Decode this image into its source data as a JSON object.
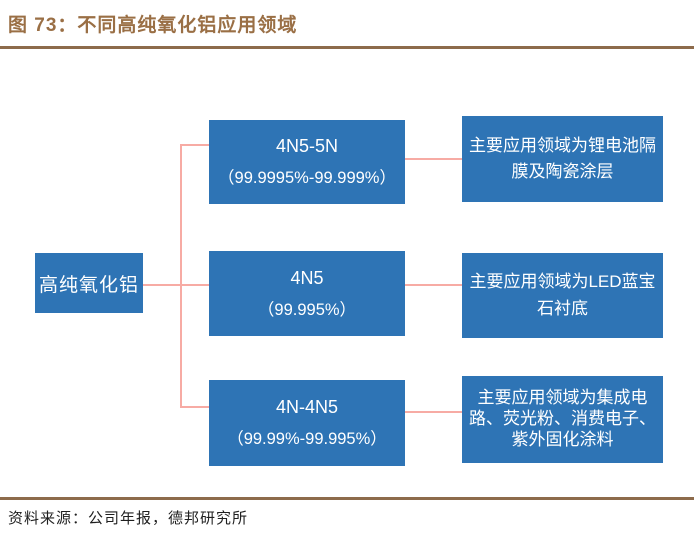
{
  "figure": {
    "title": "图 73：不同高纯氧化铝应用领域",
    "source": "资料来源：公司年报，德邦研究所"
  },
  "diagram": {
    "root_label": "高纯氧化铝",
    "branches": [
      {
        "grade": "4N5-5N",
        "purity": "（99.9995%-99.999%）",
        "application": "主要应用领域为锂电池隔膜及陶瓷涂层"
      },
      {
        "grade": "4N5",
        "purity": "（99.995%）",
        "application": "主要应用领域为LED蓝宝石衬底"
      },
      {
        "grade": "4N-4N5",
        "purity": "（99.99%-99.995%）",
        "application": "主要应用领域为集成电路、荧光粉、消费电子、紫外固化涂料"
      }
    ]
  },
  "colors": {
    "box_blue": "#2e74b5",
    "connector_pink": "#f7aba4",
    "title_brown": "#9a6f45",
    "rule_brown": "#8d6b4b",
    "source_text": "#1f1f1f"
  }
}
